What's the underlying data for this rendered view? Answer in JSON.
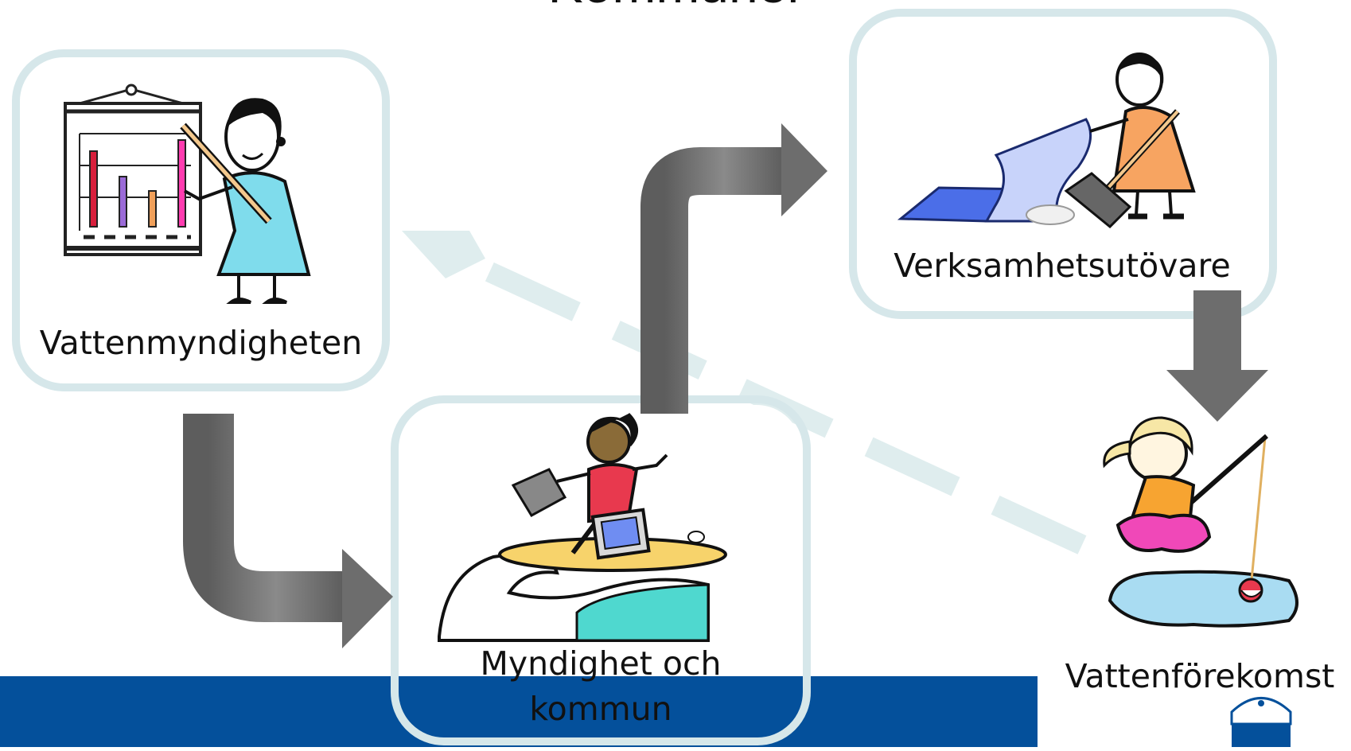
{
  "title": "Kommuner",
  "nodes": {
    "vattenmyndigheten": {
      "label": "Vattenmyndigheten",
      "icon": "presenter-with-chart-icon"
    },
    "verksamhetsutovare": {
      "label": "Verksamhetsutövare",
      "icon": "woman-sweeping-icon"
    },
    "myndighet_och_kommun": {
      "label_line1": "Myndighet och",
      "label_line2": "kommun",
      "icon": "surfer-with-computer-icon"
    },
    "vattenforekomst": {
      "label": "Vattenförekomst",
      "icon": "girl-fishing-icon"
    }
  },
  "colors": {
    "footer": "#04509b",
    "box_border": "#d6e7ea",
    "arrow": "#6d6d6d",
    "feedback_arrow": "#dceced"
  },
  "logo": {
    "name": "crown-logo-icon"
  }
}
